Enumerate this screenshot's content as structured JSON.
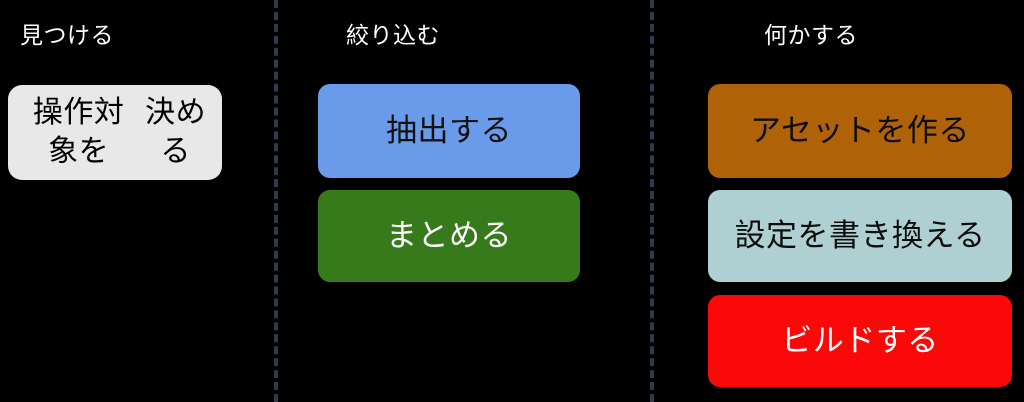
{
  "diagram": {
    "background_color": "#000000",
    "divider_color": "#2f3a4c",
    "columns": [
      {
        "id": "find",
        "title": "見つける",
        "cards": [
          {
            "id": "decide-target",
            "label": "操作対象を\n決める",
            "line1": "操作対象を",
            "line2": "決める",
            "bg_color": "#e8e8e8",
            "text_color": "#000000"
          }
        ]
      },
      {
        "id": "narrow-down",
        "title": "絞り込む",
        "cards": [
          {
            "id": "extract",
            "label": "抽出する",
            "bg_color": "#6a9bea",
            "text_color": "#111111"
          },
          {
            "id": "gather",
            "label": "まとめる",
            "bg_color": "#377a1c",
            "text_color": "#ffffff"
          }
        ]
      },
      {
        "id": "do-something",
        "title": "何かする",
        "cards": [
          {
            "id": "create-asset",
            "label": "アセットを作る",
            "bg_color": "#b06208",
            "text_color": "#0d0d0d"
          },
          {
            "id": "rewrite-settings",
            "label": "設定を書き換える",
            "bg_color": "#afd0d2",
            "text_color": "#0d0d0d"
          },
          {
            "id": "build",
            "label": "ビルドする",
            "bg_color": "#fb0808",
            "text_color": "#ffffff"
          }
        ]
      }
    ]
  }
}
